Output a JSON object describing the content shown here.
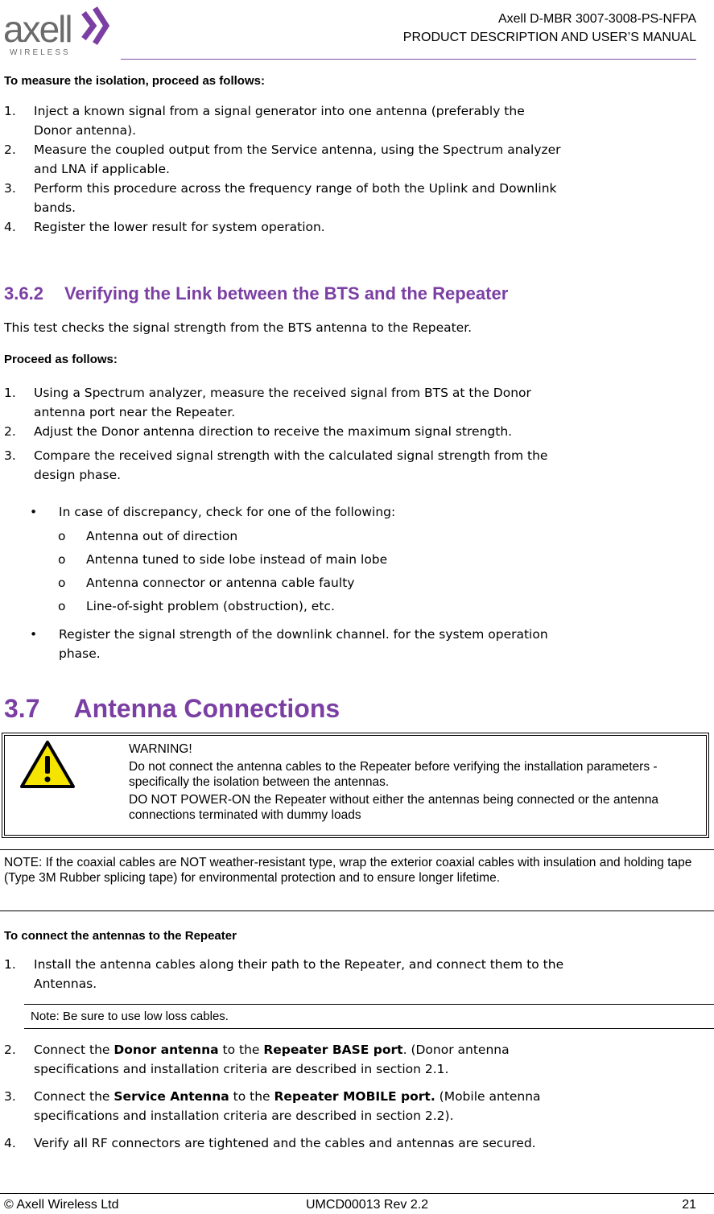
{
  "header": {
    "logo_text": "axell",
    "logo_sub": "WIRELESS",
    "doc_title_line1": "Axell D-MBR 3007-3008-PS-NFPA",
    "doc_title_line2": "PRODUCT DESCRIPTION AND USER’S MANUAL",
    "accent_color": "#7b3fa4"
  },
  "isolation": {
    "heading": "To measure the isolation, proceed as follows:",
    "steps": [
      {
        "num": "1.",
        "line1": "Inject a known signal from a signal generator into one antenna (preferably the",
        "line2": "Donor antenna)."
      },
      {
        "num": "2.",
        "line1": "Measure the coupled output from the Service antenna, using the Spectrum analyzer",
        "line2": "and LNA if applicable."
      },
      {
        "num": "3.",
        "line1": "Perform this procedure across the frequency range of both the Uplink and Downlink",
        "line2": "bands."
      },
      {
        "num": "4.",
        "line1": "Register the lower result for system operation.",
        "line2": ""
      }
    ]
  },
  "section_362": {
    "number": "3.6.2",
    "title": "Verifying the Link between the BTS and the Repeater",
    "intro": "This test checks the signal strength from the BTS antenna to the Repeater.",
    "proceed": "Proceed as follows:",
    "steps": [
      {
        "num": "1.",
        "line1": "Using a Spectrum analyzer, measure the received signal from BTS at the Donor",
        "line2": "antenna port near the Repeater."
      },
      {
        "num": "2.",
        "line1": "Adjust the Donor antenna direction to receive the maximum signal strength.",
        "line2": ""
      },
      {
        "num": "3.",
        "line1": "Compare the received signal strength with the calculated signal strength from the",
        "line2": "design phase."
      }
    ],
    "bullet1": "In case of discrepancy, check for one of the following:",
    "sub_items": [
      "Antenna out of direction",
      "Antenna tuned to side lobe instead of main lobe",
      "Antenna connector or antenna cable faulty",
      "Line-of-sight problem (obstruction), etc."
    ],
    "bullet2_line1": "Register the signal strength of the downlink channel.  for the system operation",
    "bullet2_line2": "phase."
  },
  "section_37": {
    "number": "3.7",
    "title": "Antenna Connections",
    "warning_label": "WARNING!",
    "warning_p1": "Do not connect the antenna cables to the Repeater before verifying the installation parameters - specifically the isolation between the antennas.",
    "warning_p2": "DO NOT POWER-ON the Repeater without either the antennas being connected or the antenna connections terminated with dummy loads",
    "note": "NOTE: If the coaxial cables are NOT weather-resistant type, wrap the exterior coaxial cables with insulation and holding tape (Type 3M Rubber splicing tape) for environmental protection and to ensure longer lifetime.",
    "connect_heading": "To connect the antennas to the Repeater",
    "step1_line1": "Install the antenna cables along their path to the Repeater, and connect them to the",
    "step1_line2": "Antennas.",
    "step1_note": "Note: Be sure to use low loss cables.",
    "step2_pre": "Connect the ",
    "step2_b1": "Donor antenna",
    "step2_mid": " to the ",
    "step2_b2": "Repeater BASE port",
    "step2_post": ". (Donor antenna",
    "step2_line2": "specifications and installation criteria are described in section 2.1.",
    "step3_pre": "Connect the ",
    "step3_b1": "Service Antenna",
    "step3_mid": " to the ",
    "step3_b2": "Repeater MOBILE port.",
    "step3_post": " (Mobile antenna",
    "step3_line2": "specifications and installation criteria are described in section 2.2).",
    "step4": "Verify all RF connectors are tightened and the cables and antennas are secured.",
    "nums": [
      "1.",
      "2.",
      "3.",
      "4."
    ]
  },
  "footer": {
    "left": "© Axell Wireless Ltd",
    "center": "UMCD00013 Rev 2.2",
    "page": "21"
  }
}
